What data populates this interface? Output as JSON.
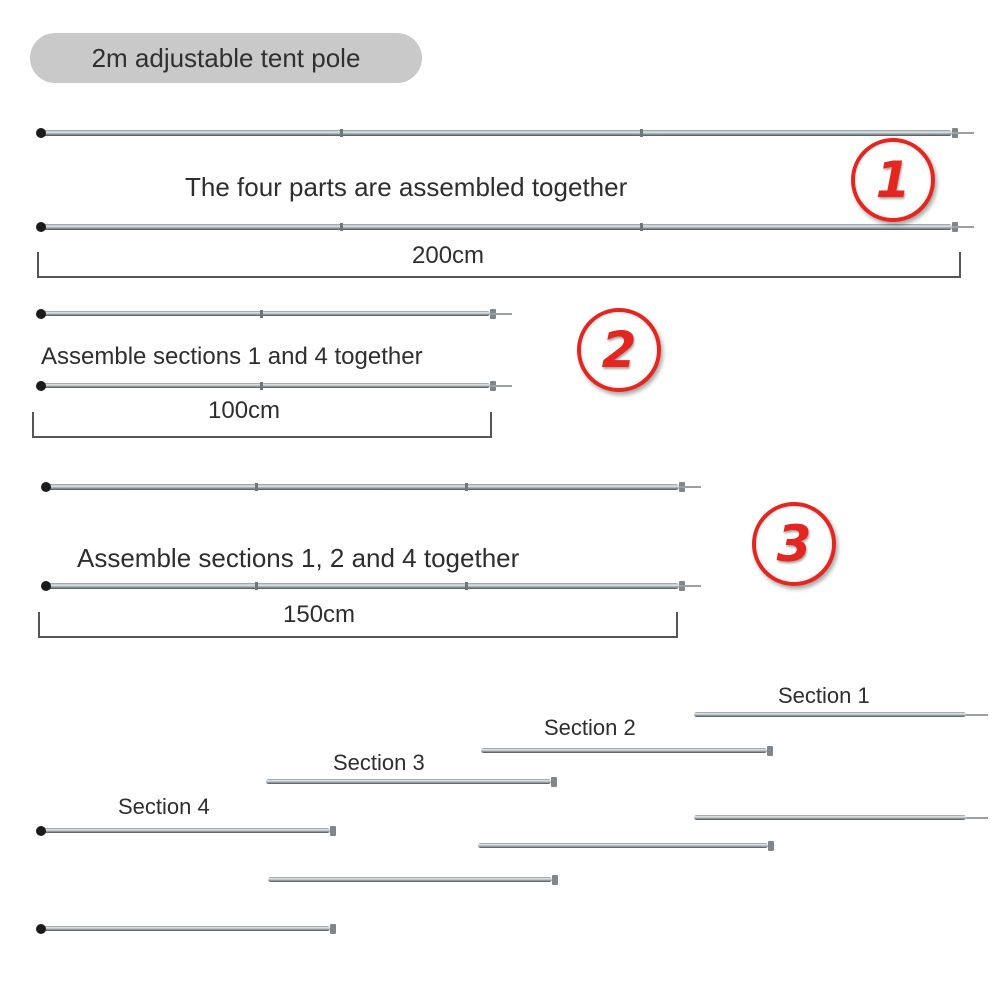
{
  "title": "2m adjustable tent pole",
  "steps": [
    {
      "number": "1",
      "description": "The four parts are assembled together",
      "length": "200cm"
    },
    {
      "number": "2",
      "description": "Assemble sections 1 and 4 together",
      "length": "100cm"
    },
    {
      "number": "3",
      "description": "Assemble sections 1, 2 and 4 together",
      "length": "150cm"
    }
  ],
  "sections": {
    "section1": "Section 1",
    "section2": "Section 2",
    "section3": "Section 3",
    "section4": "Section 4"
  },
  "colors": {
    "badge_red": "#e3261f",
    "title_pill": "#c9c9c9"
  }
}
